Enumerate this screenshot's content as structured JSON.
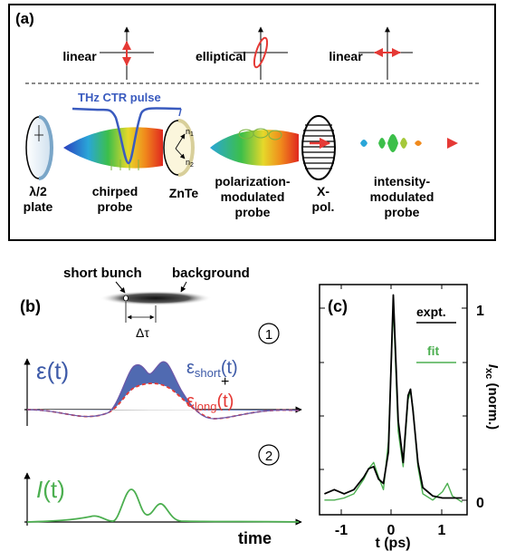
{
  "panel_a": {
    "label": "(a)",
    "pol_labels": [
      "linear",
      "elliptical",
      "linear"
    ],
    "thz_label": "THz CTR pulse",
    "n1": "n",
    "n1_sub": "1",
    "n2": "n",
    "n2_sub": "2",
    "components": [
      {
        "lines": [
          "λ/2",
          "plate"
        ]
      },
      {
        "lines": [
          "chirped",
          "probe"
        ]
      },
      {
        "lines": [
          "ZnTe"
        ]
      },
      {
        "lines": [
          "polarization-",
          "modulated",
          "probe"
        ]
      },
      {
        "lines": [
          "X-",
          "pol."
        ]
      },
      {
        "lines": [
          "intensity-",
          "modulated",
          "probe"
        ]
      }
    ]
  },
  "panel_b": {
    "label": "(b)",
    "short_bunch": "short bunch",
    "background": "background",
    "delta_tau": "Δτ",
    "eps_symbol": "ε(t)",
    "eps_short": "ε",
    "eps_short_sub": "short",
    "eps_short_arg": "(t)",
    "plus": "+",
    "eps_long": "ε",
    "eps_long_sub": "long",
    "eps_long_arg": "(t)",
    "circle1": "1",
    "circle2": "2",
    "i_symbol": "I",
    "i_arg": "(t)",
    "time_label": "time"
  },
  "panel_c": {
    "label": "(c)",
    "legend": [
      {
        "name": "expt.",
        "color": "#000000"
      },
      {
        "name": "fit",
        "color": "#4caf50"
      }
    ],
    "y_label_main": "I",
    "y_label_sub": "xc",
    "y_label_rest": " (norm.)",
    "y_ticks": [
      "1",
      "0"
    ],
    "x_ticks": [
      "-1",
      "0",
      "1"
    ],
    "x_label": "t (ps)"
  },
  "chart_data": {
    "type": "line",
    "xlabel": "t (ps)",
    "ylabel": "Ixc (norm.)",
    "xlim": [
      -1.5,
      1.5
    ],
    "ylim": [
      -0.05,
      1.05
    ],
    "series": [
      {
        "name": "expt.",
        "color": "#000000",
        "x": [
          -1.4,
          -1.2,
          -1.0,
          -0.8,
          -0.6,
          -0.5,
          -0.4,
          -0.3,
          -0.2,
          -0.1,
          0.0,
          0.1,
          0.2,
          0.3,
          0.35,
          0.4,
          0.5,
          0.6,
          0.8,
          1.0,
          1.2,
          1.4
        ],
        "y": [
          0.05,
          0.07,
          0.05,
          0.07,
          0.13,
          0.17,
          0.18,
          0.12,
          0.1,
          0.25,
          1.0,
          0.4,
          0.2,
          0.52,
          0.55,
          0.45,
          0.2,
          0.08,
          0.04,
          0.03,
          0.03,
          0.03
        ]
      },
      {
        "name": "fit",
        "color": "#4caf50",
        "x": [
          -1.4,
          -1.2,
          -1.0,
          -0.8,
          -0.6,
          -0.5,
          -0.4,
          -0.3,
          -0.2,
          -0.1,
          0.0,
          0.1,
          0.2,
          0.3,
          0.35,
          0.4,
          0.5,
          0.6,
          0.8,
          1.0,
          1.1,
          1.2,
          1.4
        ],
        "y": [
          0.02,
          0.02,
          0.03,
          0.05,
          0.12,
          0.17,
          0.2,
          0.13,
          0.07,
          0.3,
          0.95,
          0.35,
          0.18,
          0.5,
          0.54,
          0.46,
          0.18,
          0.05,
          0.02,
          0.06,
          0.1,
          0.04,
          0.01
        ]
      }
    ]
  },
  "colors": {
    "thz_blue": "#3a5bbf",
    "red": "#e53935",
    "green": "#4caf50",
    "eps_blue": "#3d5aa8"
  }
}
